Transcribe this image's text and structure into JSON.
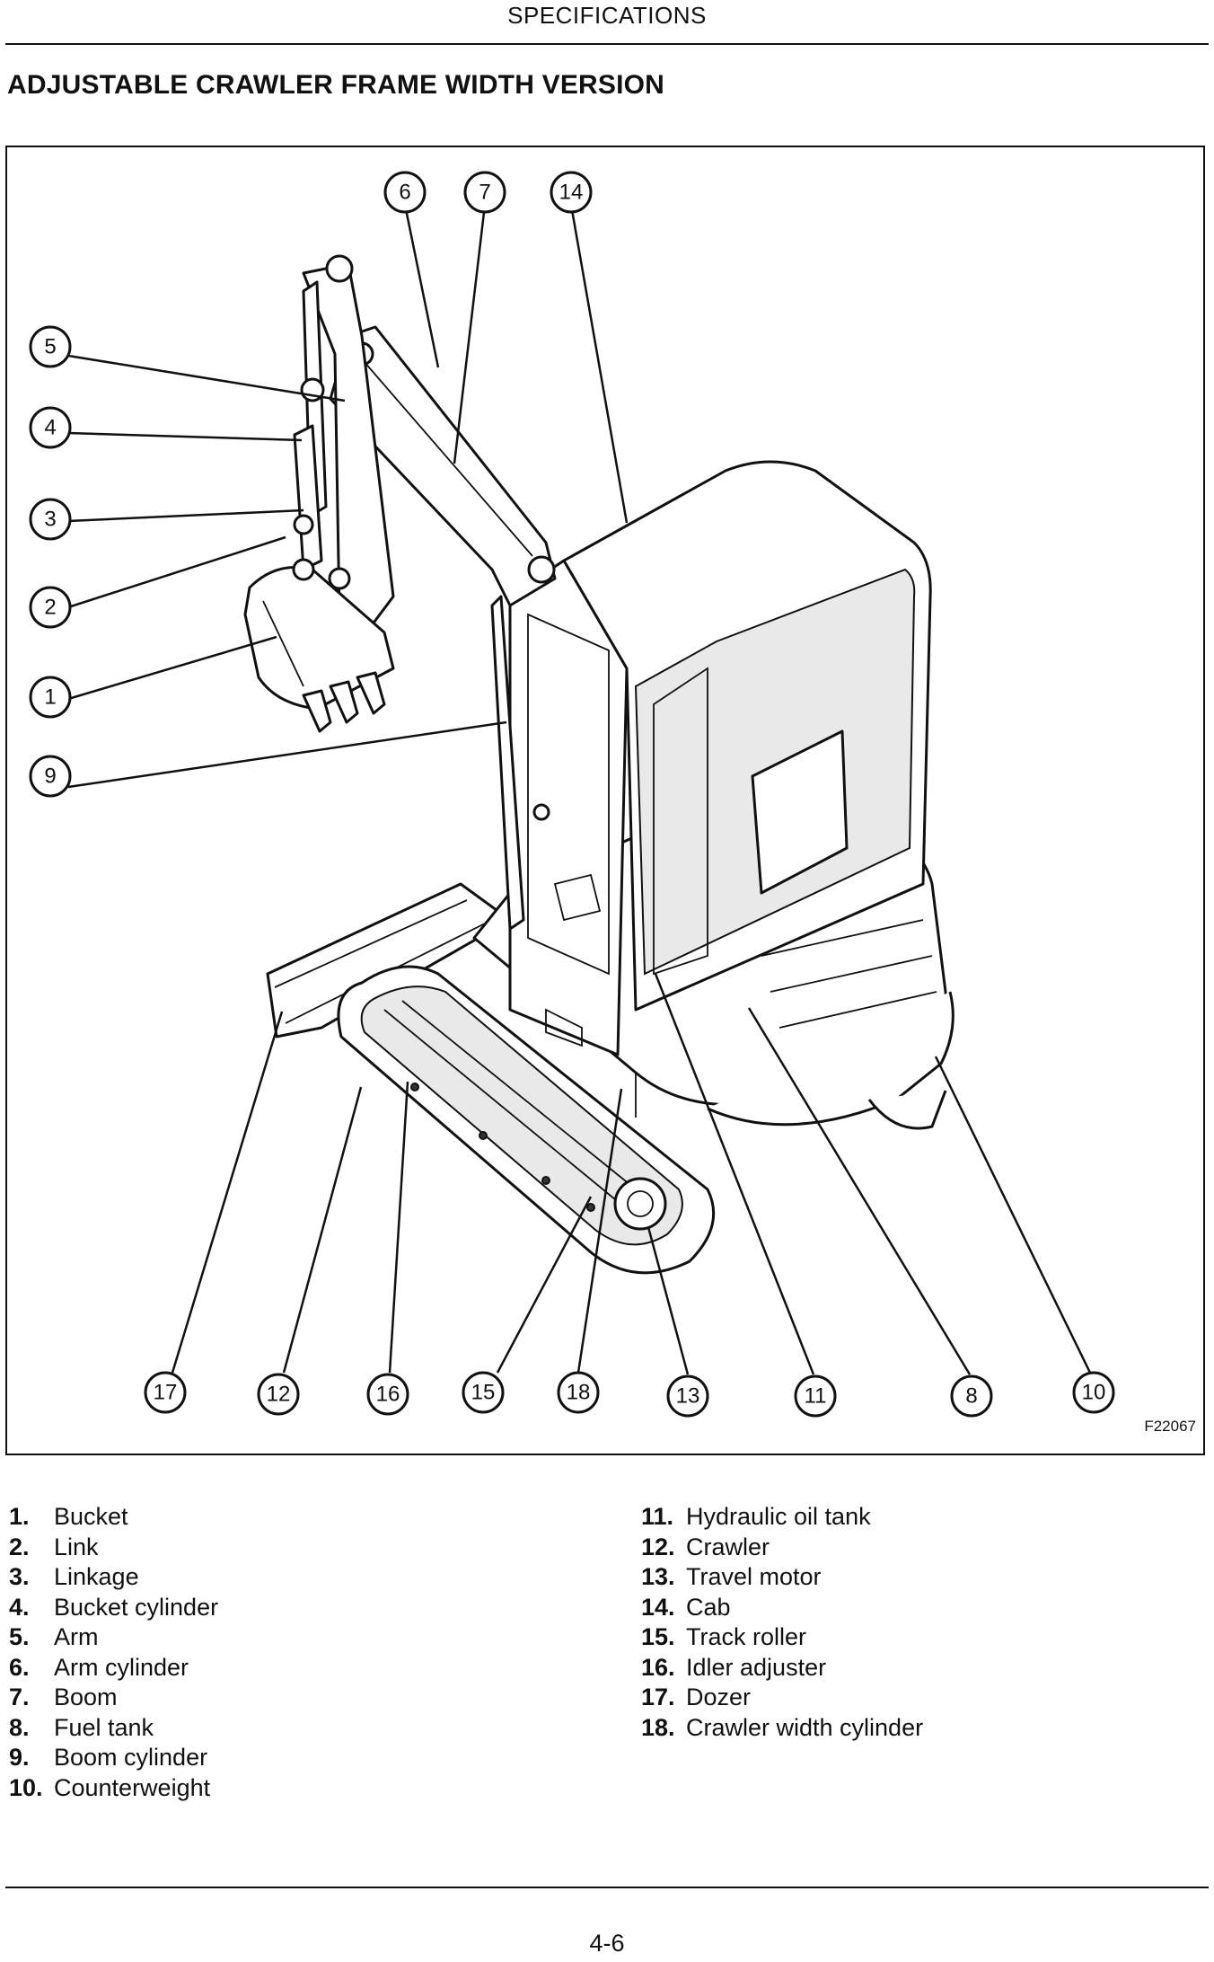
{
  "header": {
    "running_title": "SPECIFICATIONS"
  },
  "section": {
    "title": "ADJUSTABLE CRAWLER FRAME WIDTH VERSION"
  },
  "figure": {
    "code": "F22067",
    "callouts": {
      "c1": "1",
      "c2": "2",
      "c3": "3",
      "c4": "4",
      "c5": "5",
      "c6": "6",
      "c7": "7",
      "c8": "8",
      "c9": "9",
      "c10": "10",
      "c11": "11",
      "c12": "12",
      "c13": "13",
      "c14": "14",
      "c15": "15",
      "c16": "16",
      "c17": "17",
      "c18": "18"
    }
  },
  "legend": {
    "left": [
      {
        "num": "1.",
        "label": "Bucket"
      },
      {
        "num": "2.",
        "label": "Link"
      },
      {
        "num": "3.",
        "label": "Linkage"
      },
      {
        "num": "4.",
        "label": "Bucket cylinder"
      },
      {
        "num": "5.",
        "label": "Arm"
      },
      {
        "num": "6.",
        "label": "Arm cylinder"
      },
      {
        "num": "7.",
        "label": "Boom"
      },
      {
        "num": "8.",
        "label": "Fuel tank"
      },
      {
        "num": "9.",
        "label": "Boom cylinder"
      },
      {
        "num": "10.",
        "label": "Counterweight"
      }
    ],
    "right": [
      {
        "num": "11.",
        "label": "Hydraulic oil tank"
      },
      {
        "num": "12.",
        "label": "Crawler"
      },
      {
        "num": "13.",
        "label": "Travel motor"
      },
      {
        "num": "14.",
        "label": "Cab"
      },
      {
        "num": "15.",
        "label": "Track roller"
      },
      {
        "num": "16.",
        "label": "Idler adjuster"
      },
      {
        "num": "17.",
        "label": "Dozer"
      },
      {
        "num": "18.",
        "label": "Crawler width cylinder"
      }
    ]
  },
  "footer": {
    "page_number": "4-6"
  }
}
